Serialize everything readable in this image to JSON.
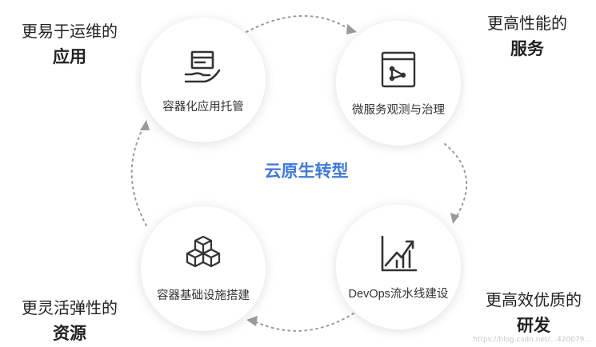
{
  "center_title": "云原生转型",
  "nodes": {
    "hosting": {
      "label": "容器化应用托管",
      "icon": "hand-holding-box-icon"
    },
    "microservice": {
      "label": "微服务观测与治理",
      "icon": "network-window-icon"
    },
    "devops": {
      "label": "DevOps流水线建设",
      "icon": "growth-chart-icon"
    },
    "infra": {
      "label": "容器基础设施搭建",
      "icon": "stacked-cubes-icon"
    }
  },
  "corners": {
    "top_left": {
      "line1": "更易于运维的",
      "line2": "应用"
    },
    "top_right": {
      "line1": "更高性能的",
      "line2": "服务"
    },
    "bottom_left": {
      "line1": "更灵活弹性的",
      "line2": "资源"
    },
    "bottom_right": {
      "line1": "更高效优质的",
      "line2": "研发"
    }
  },
  "watermark": "https://blog.csdn.net/...420079...",
  "colors": {
    "accent": "#3f7ad9",
    "arrow": "#9a9a9a",
    "icon": "#333333"
  }
}
